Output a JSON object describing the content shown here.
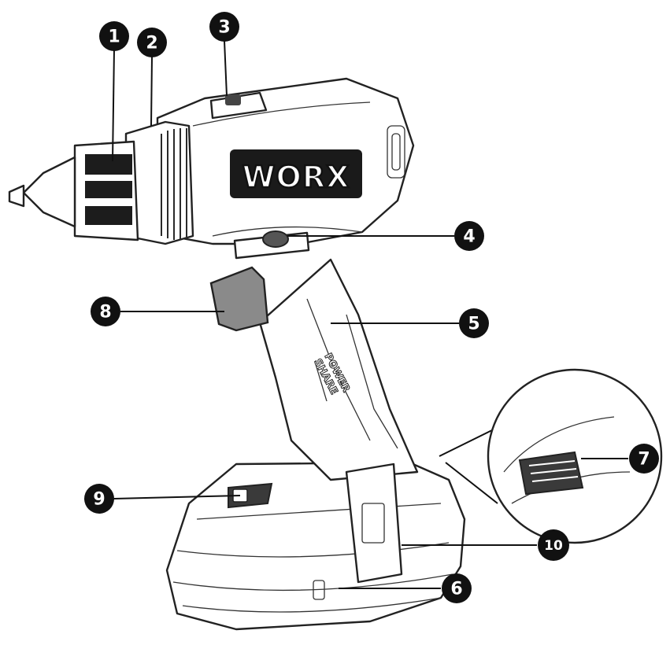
{
  "diagram": {
    "brand_logo_text": "WORX",
    "grip_stamp_text": [
      "POWER",
      "SHARE"
    ],
    "callouts": [
      "1",
      "2",
      "3",
      "4",
      "5",
      "6",
      "7",
      "8",
      "9",
      "10"
    ],
    "colors": {
      "callout_fill": "#111111",
      "callout_text": "#ffffff",
      "outline": "#222222",
      "trigger": "#8a8a8a",
      "logo_band": "#1a1a1a"
    }
  }
}
